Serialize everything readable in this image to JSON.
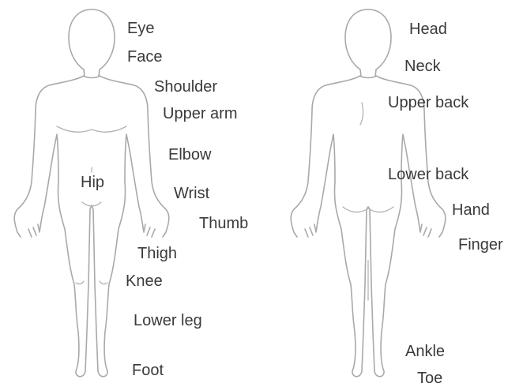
{
  "diagram": {
    "front_labels": {
      "eye": "Eye",
      "face": "Face",
      "shoulder": "Shoulder",
      "upper_arm": "Upper arm",
      "elbow": "Elbow",
      "hip": "Hip",
      "wrist": "Wrist",
      "thumb": "Thumb",
      "thigh": "Thigh",
      "knee": "Knee",
      "lower_leg": "Lower leg",
      "foot": "Foot"
    },
    "back_labels": {
      "head": "Head",
      "neck": "Neck",
      "upper_back": "Upper back",
      "lower_back": "Lower back",
      "hand": "Hand",
      "finger": "Finger",
      "ankle": "Ankle",
      "toe": "Toe"
    },
    "colors": {
      "outline": "#a9a9a9",
      "text": "#3a3a3a"
    }
  }
}
